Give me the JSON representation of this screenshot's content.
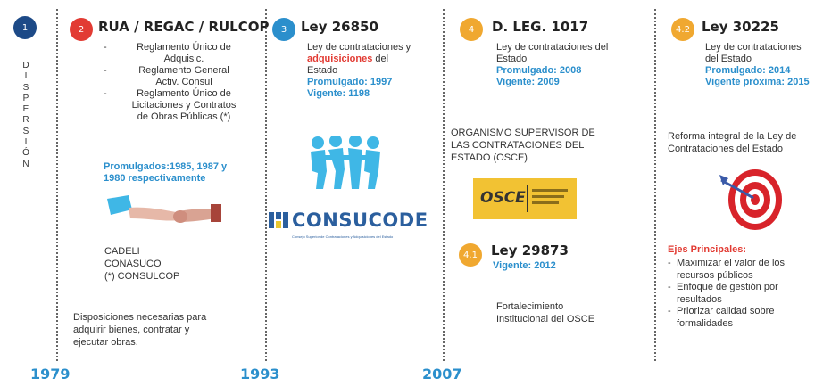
{
  "col1": {
    "badge": "1",
    "vertical_letters": [
      "D",
      "I",
      "S",
      "P",
      "E",
      "R",
      "S",
      "I",
      "Ó",
      "N"
    ]
  },
  "col2": {
    "badge": "2",
    "title": "RUA / REGAC / RULCOP",
    "items": [
      [
        "Reglamento Único de",
        "Adquisic."
      ],
      [
        "Reglamento General",
        "Activ. Consul"
      ],
      [
        "Reglamento Único de",
        "Licitaciones y Contratos",
        "de Obras Públicas (*)"
      ]
    ],
    "promulgados": [
      "Promulgados:1985, 1987 y",
      "1980 respectivamente"
    ],
    "orgs": [
      "CADELI",
      "CONASUCO",
      "(*) CONSULCOP"
    ],
    "note": [
      "Disposiciones necesarias para",
      "adquirir bienes, contratar y",
      "ejecutar obras."
    ]
  },
  "col3": {
    "badge": "3",
    "title": "Ley 26850",
    "desc_line1": "Ley de contrataciones y",
    "desc_highlight": "adquisiciones",
    "desc_after": " del",
    "desc_line3": "Estado",
    "promulgado": "Promulgado: 1997",
    "vigente": "Vigente: 1198",
    "logo_text": "CONSUCODE",
    "logo_sub": "Consejo Superior de Contrataciones y Adquisiciones del Estado"
  },
  "col4": {
    "badge": "4",
    "title": "D. LEG. 1017",
    "desc": [
      "Ley de contrataciones del",
      "Estado"
    ],
    "promulgado": "Promulgado: 2008",
    "vigente": "Vigente: 2009",
    "org": [
      "ORGANISMO SUPERVISOR DE",
      "LAS CONTRATACIONES DEL",
      "ESTADO (OSCE)"
    ],
    "logo_text": "OSCE",
    "sub_badge": "4.1",
    "sub_title": "Ley 29873",
    "sub_vigente": "Vigente: 2012",
    "sub_desc": [
      "Fortalecimiento",
      "Institucional del OSCE"
    ]
  },
  "col5": {
    "badge": "4.2",
    "title": "Ley 30225",
    "desc": [
      "Ley de contrataciones",
      "del Estado"
    ],
    "promulgado": "Promulgado: 2014",
    "vigente": "Vigente próxima: 2015",
    "reforma": [
      "Reforma integral de la Ley de",
      "Contrataciones del Estado"
    ],
    "ejes_title": "Ejes Principales:",
    "ejes": [
      [
        "Maximizar el valor de los",
        "recursos públicos"
      ],
      [
        "Enfoque de gestión por",
        "resultados"
      ],
      [
        "Priorizar calidad sobre",
        "formalidades"
      ]
    ]
  },
  "years": [
    "1979",
    "1993",
    "2007"
  ],
  "colors": {
    "badge_blue": "#1d4a87",
    "badge_red": "#e23b33",
    "badge_lblue": "#2b8fcc",
    "badge_orange": "#f0a830",
    "text_blue": "#2b8fcc",
    "text_red": "#e23b33"
  }
}
